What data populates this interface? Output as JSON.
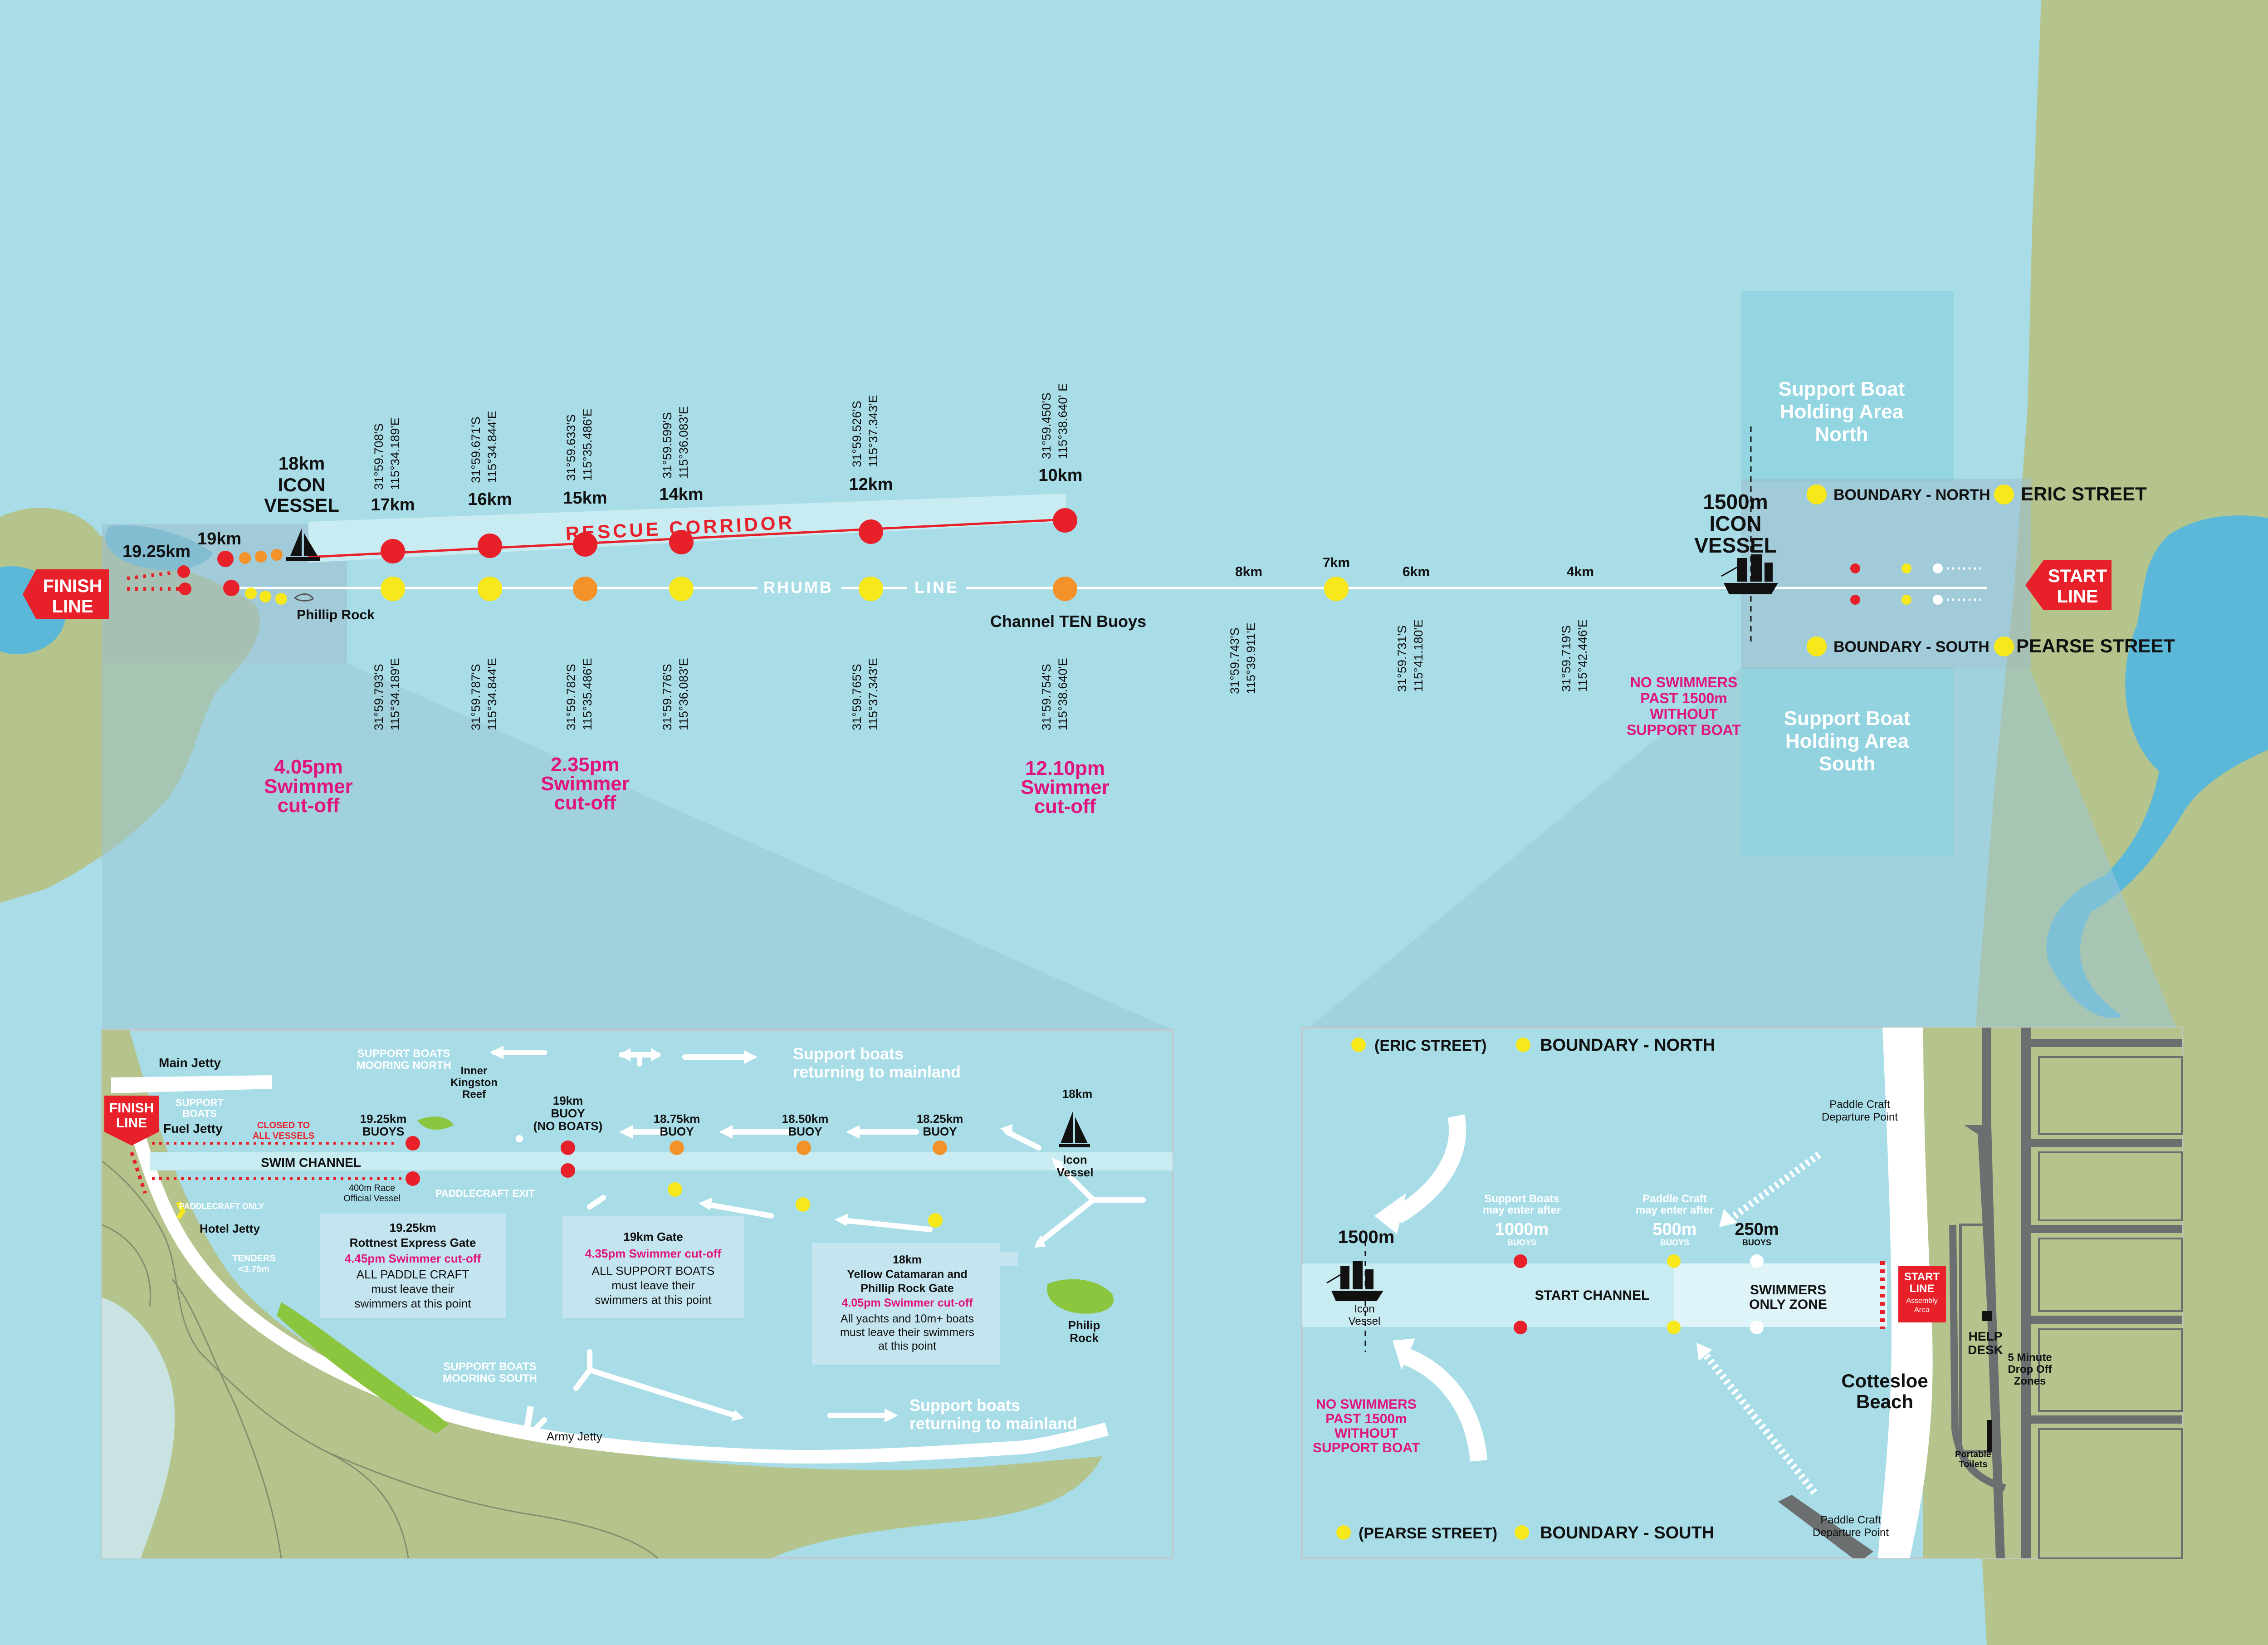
{
  "colors": {
    "sea": "#a8dde8",
    "land": "#b5c48c",
    "land_dark": "#a4b47a",
    "lake": "#5bb8d8",
    "red": "#e8202a",
    "orange": "#f4922a",
    "yellow": "#f6e81a",
    "magenta": "#e0147c",
    "zone": "#8fd3df",
    "inset_bg": "#a8dde8"
  },
  "main": {
    "finish_line": [
      "FINISH",
      "LINE"
    ],
    "start_line": [
      "START",
      "LINE"
    ],
    "rescue_corridor": "RESCUE CORRIDOR",
    "rhumb": "RHUMB",
    "line_word": "LINE",
    "channel_ten": "Channel TEN Buoys",
    "phillip_rock": "Phillip Rock",
    "icon_vessel_18": [
      "18km",
      "ICON",
      "VESSEL"
    ],
    "icon_vessel_1500": [
      "1500m",
      "ICON",
      "VESSEL"
    ],
    "no_swimmers": [
      "NO SWIMMERS",
      "PAST 1500m",
      "WITHOUT",
      "SUPPORT BOAT"
    ],
    "holding_north": [
      "Support Boat",
      "Holding Area",
      "North"
    ],
    "holding_south": [
      "Support Boat",
      "Holding Area",
      "South"
    ],
    "boundary_north": "BOUNDARY - NORTH",
    "boundary_south": "BOUNDARY - SOUTH",
    "eric_street": "ERIC STREET",
    "pearse_street": "PEARSE STREET",
    "distance_labels": {
      "k1925": "19.25km",
      "k19": "19km",
      "k17": "17km",
      "k16": "16km",
      "k15": "15km",
      "k14": "14km",
      "k12": "12km",
      "k10": "10km",
      "k8": "8km",
      "k7": "7km",
      "k6": "6km",
      "k4": "4km"
    },
    "coords_top": {
      "c17": [
        "31°59.708'S",
        "115°34.189'E"
      ],
      "c16": [
        "31°59.671'S",
        "115°34.844'E"
      ],
      "c15": [
        "31°59.633'S",
        "115°35.486'E"
      ],
      "c14": [
        "31°59.599'S",
        "115°36.083'E"
      ],
      "c12": [
        "31°59.526'S",
        "115°37.343'E"
      ],
      "c10": [
        "31°59.450'S",
        "115°38.640' E"
      ]
    },
    "coords_bottom": {
      "c17": [
        "31°59.793'S",
        "115°34.189'E"
      ],
      "c16": [
        "31°59.787'S",
        "115°34.844'E"
      ],
      "c15": [
        "31°59.782'S",
        "115°35.486'E"
      ],
      "c14": [
        "31°59.776'S",
        "115°36.083'E"
      ],
      "c12": [
        "31°59.765'S",
        "115°37.343'E"
      ],
      "c10": [
        "31°59.754'S",
        "115°38.640'E"
      ],
      "c8": [
        "31°59.743'S",
        "115°39.911'E"
      ],
      "c6": [
        "31°59.731'S",
        "115°41.180'E"
      ],
      "c4": [
        "31°59.719'S",
        "115°42.446'E"
      ]
    },
    "cutoffs": {
      "a": [
        "4.05pm",
        "Swimmer",
        "cut-off"
      ],
      "b": [
        "2.35pm",
        "Swimmer",
        "cut-off"
      ],
      "c": [
        "12.10pm",
        "Swimmer",
        "cut-off"
      ]
    }
  },
  "left_inset": {
    "main_jetty": "Main Jetty",
    "finish": [
      "FINISH",
      "LINE"
    ],
    "support_boats": [
      "SUPPORT",
      "BOATS"
    ],
    "fuel_jetty": "Fuel Jetty",
    "closed": [
      "CLOSED TO",
      "ALL VESSELS"
    ],
    "swim_channel": "SWIM CHANNEL",
    "paddlecraft_only": "PADDLECRAFT ONLY",
    "official_vessel": [
      "400m Race",
      "Official Vessel"
    ],
    "paddlecraft_exit": "PADDLECRAFT EXIT",
    "hotel_jetty": "Hotel Jetty",
    "tenders": [
      "TENDERS",
      "<3.75m"
    ],
    "mooring_north": [
      "SUPPORT BOATS",
      "MOORING NORTH"
    ],
    "mooring_south": [
      "SUPPORT BOATS",
      "MOORING SOUTH"
    ],
    "returning": [
      "Support boats",
      "returning to mainland"
    ],
    "reef": [
      "Inner",
      "Kingston",
      "Reef"
    ],
    "buoys_1925": [
      "19.25km",
      "BUOYS"
    ],
    "buoy_19": [
      "19km",
      "BUOY",
      "(NO BOATS)"
    ],
    "buoy_1875": [
      "18.75km",
      "BUOY"
    ],
    "buoy_1850": [
      "18.50km",
      "BUOY"
    ],
    "buoy_1825": [
      "18.25km",
      "BUOY"
    ],
    "icon_18": [
      "18km",
      "Icon",
      "Vessel"
    ],
    "gate_rottnest": [
      "19.25km",
      "Rottnest Express Gate",
      "4.45pm Swimmer cut-off",
      "ALL PADDLE CRAFT",
      "must leave their",
      "swimmers at this point"
    ],
    "gate_19": [
      "19km Gate",
      "4.35pm Swimmer cut-off",
      "ALL SUPPORT BOATS",
      "must leave their",
      "swimmers at this point"
    ],
    "gate_18": [
      "18km",
      "Yellow Catamaran and",
      "Phillip Rock Gate",
      "4.05pm Swimmer cut-off",
      "All yachts and 10m+ boats",
      "must leave their swimmers",
      "at this point"
    ],
    "philip_rock": [
      "Philip",
      "Rock"
    ],
    "army_jetty": "Army Jetty"
  },
  "right_inset": {
    "eric": "(ERIC STREET)",
    "boundary_north": "BOUNDARY - NORTH",
    "pearse": "(PEARSE STREET)",
    "boundary_south": "BOUNDARY - SOUTH",
    "paddle_north": [
      "Paddle Craft",
      "Departure Point"
    ],
    "paddle_south": [
      "Paddle Craft",
      "Departure Point"
    ],
    "m1500": "1500m",
    "icon_vessel": [
      "Icon",
      "Vessel"
    ],
    "support_enter": [
      "Support Boats",
      "may enter after"
    ],
    "m1000": [
      "1000m",
      "BUOYS"
    ],
    "paddle_enter": [
      "Paddle Craft",
      "may enter after"
    ],
    "m500": [
      "500m",
      "BUOYS"
    ],
    "m250": [
      "250m",
      "BUOYS"
    ],
    "start_channel": "START CHANNEL",
    "swimmers_only": [
      "SWIMMERS",
      "ONLY ZONE"
    ],
    "start_line": [
      "START",
      "LINE",
      "Assembly",
      "Area"
    ],
    "help_desk": [
      "HELP",
      "DESK"
    ],
    "drop_off": [
      "5 Minute",
      "Drop Off",
      "Zones"
    ],
    "cottesloe": [
      "Cottesloe",
      "Beach"
    ],
    "toilets": [
      "Portable",
      "Toilets"
    ],
    "no_swimmers": [
      "NO SWIMMERS",
      "PAST 1500m",
      "WITHOUT",
      "SUPPORT BOAT"
    ]
  }
}
